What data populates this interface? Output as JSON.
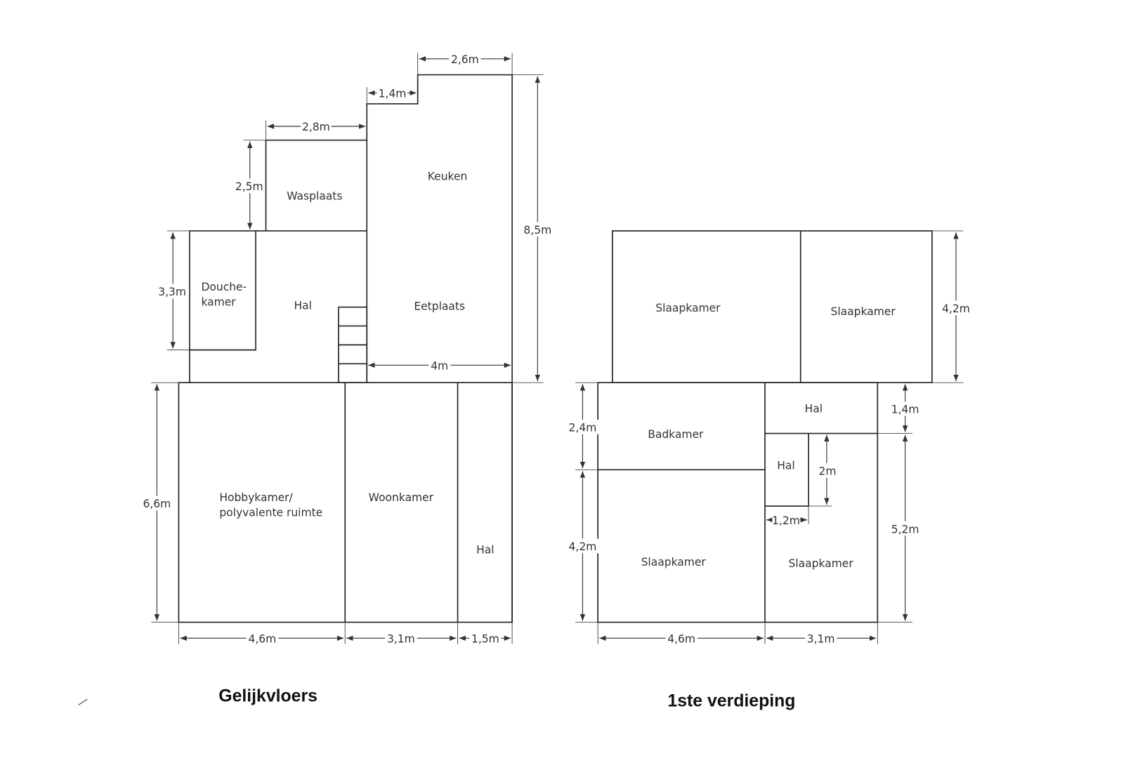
{
  "ground_floor": {
    "title": "Gelijkvloers",
    "rooms": {
      "keuken": "Keuken",
      "wasplaats": "Wasplaats",
      "douche_1": "Douche-",
      "douche_2": "kamer",
      "hal": "Hal",
      "eetplaats": "Eetplaats",
      "hobby_1": "Hobbykamer/",
      "hobby_2": "polyvalente ruimte",
      "woonkamer": "Woonkamer",
      "hal_2": "Hal"
    },
    "dimensions": {
      "top_kitchen": "2,6m",
      "step": "1,4m",
      "wasplaats_width": "2,8m",
      "wasplaats_depth": "2,5m",
      "douche_depth": "3,3m",
      "total_depth": "8,5m",
      "eetplaats_width": "4m",
      "front_depth": "6,6m",
      "hobby_width": "4,6m",
      "woonkamer_width": "3,1m",
      "hal_width": "1,5m"
    }
  },
  "first_floor": {
    "title": "1ste verdieping",
    "rooms": {
      "slaap_1": "Slaapkamer",
      "slaap_2": "Slaapkamer",
      "hal_top": "Hal",
      "badkamer": "Badkamer",
      "hal_small": "Hal",
      "slaap_3": "Slaapkamer",
      "slaap_4": "Slaapkamer"
    },
    "dimensions": {
      "rear_depth": "4,2m",
      "hal_depth": "1,4m",
      "right_depth": "5,2m",
      "badkamer_depth": "2,4m",
      "slaap_depth": "4,2m",
      "small_hal_depth": "2m",
      "small_hal_width": "1,2m",
      "left_width": "4,6m",
      "right_width": "3,1m"
    }
  }
}
